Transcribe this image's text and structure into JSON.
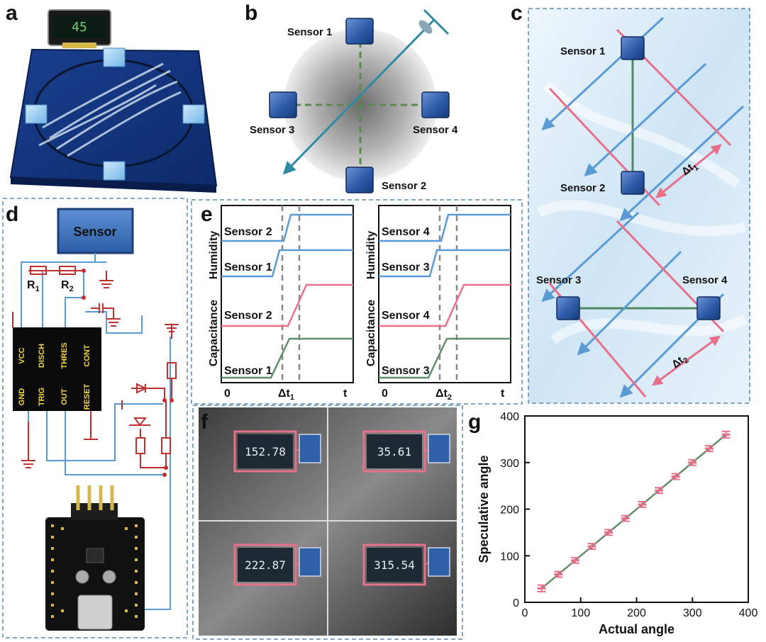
{
  "panel_labels": {
    "a": "a",
    "b": "b",
    "c": "c",
    "d": "d",
    "e": "e",
    "f": "f",
    "g": "g"
  },
  "panel_a": {
    "display_value": "45"
  },
  "panel_b": {
    "sensor_1": "Sensor 1",
    "sensor_2": "Sensor 2",
    "sensor_3": "Sensor 3",
    "sensor_4": "Sensor 4"
  },
  "panel_c": {
    "sensor_1": "Sensor 1",
    "sensor_2": "Sensor 2",
    "sensor_3": "Sensor 3",
    "sensor_4": "Sensor 4",
    "dt1": "Δt",
    "dt1_sub": "1",
    "dt2": "Δt",
    "dt2_sub": "2"
  },
  "panel_d": {
    "sensor_box": "Sensor",
    "r1": "R",
    "r1_sub": "1",
    "r2": "R",
    "r2_sub": "2",
    "pins_top": [
      "VCC",
      "DISCH",
      "THRES",
      "CONT"
    ],
    "pins_bottom": [
      "GND",
      "TRIG",
      "OUT",
      "RESET"
    ]
  },
  "panel_e": {
    "left": {
      "humidity_upper": "Sensor 2",
      "humidity_lower": "Sensor 1",
      "cap_upper": "Sensor 2",
      "cap_lower": "Sensor 1",
      "dt": "Δt",
      "dt_sub": "1"
    },
    "right": {
      "humidity_upper": "Sensor 4",
      "humidity_lower": "Sensor 3",
      "cap_upper": "Sensor 4",
      "cap_lower": "Sensor 3",
      "dt": "Δt",
      "dt_sub": "2"
    },
    "ylabel_humidity": "Humidity",
    "ylabel_cap": "Capacitance",
    "x_zero": "0",
    "x_t": "t",
    "colors": {
      "humidity": "#5b9bd5",
      "capacitance": "#e8708a",
      "capacitance2": "#5f8f6a"
    }
  },
  "panel_f": {
    "readings": [
      "152.78",
      "35.61",
      "222.87",
      "315.54"
    ]
  },
  "chart_data": {
    "type": "scatter",
    "xlabel": "Actual angle",
    "ylabel": "Speculative angle",
    "xlim": [
      0,
      400
    ],
    "ylim": [
      0,
      400
    ],
    "xticks": [
      "0",
      "100",
      "200",
      "300",
      "400"
    ],
    "yticks": [
      "0",
      "100",
      "200",
      "300",
      "400"
    ],
    "x": [
      30,
      60,
      90,
      120,
      150,
      180,
      210,
      240,
      270,
      300,
      330,
      360
    ],
    "y": [
      30,
      60,
      90,
      120,
      150,
      180,
      210,
      240,
      270,
      300,
      330,
      360
    ],
    "error": [
      7,
      6,
      6,
      6,
      6,
      6,
      6,
      6,
      6,
      6,
      6,
      7
    ],
    "colors": {
      "marker": "#e8708a",
      "line": "#5f8f6a"
    }
  }
}
